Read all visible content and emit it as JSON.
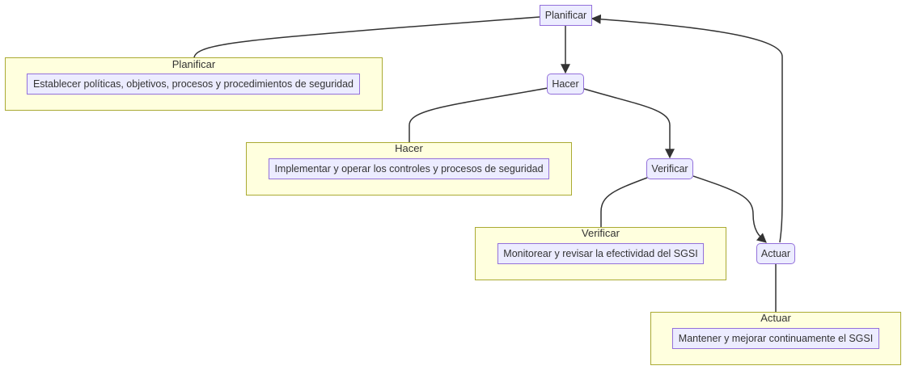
{
  "flow": {
    "nodes": {
      "planificar": "Planificar",
      "hacer": "Hacer",
      "verificar": "Verificar",
      "actuar": "Actuar"
    },
    "edges": [
      {
        "from": "planificar",
        "to": "hacer",
        "arrow": true
      },
      {
        "from": "hacer",
        "to": "verificar",
        "arrow": true
      },
      {
        "from": "verificar",
        "to": "actuar",
        "arrow": true
      },
      {
        "from": "actuar",
        "to": "planificar",
        "arrow": true
      },
      {
        "from": "planificar",
        "to": "planificar-detail",
        "arrow": false
      },
      {
        "from": "hacer",
        "to": "hacer-detail",
        "arrow": false
      },
      {
        "from": "verificar",
        "to": "verificar-detail",
        "arrow": false
      },
      {
        "from": "actuar",
        "to": "actuar-detail",
        "arrow": false
      }
    ]
  },
  "clusters": {
    "planificar": {
      "title": "Planificar",
      "detail": "Establecer políticas, objetivos, procesos y procedimientos de seguridad"
    },
    "hacer": {
      "title": "Hacer",
      "detail": "Implementar y operar los controles y procesos de seguridad"
    },
    "verificar": {
      "title": "Verificar",
      "detail": "Monitorear y revisar la efectividad del SGSI"
    },
    "actuar": {
      "title": "Actuar",
      "detail": "Mantener y mejorar continuamente el SGSI"
    }
  },
  "colors": {
    "node_fill": "#ececff",
    "node_stroke": "#9370db",
    "cluster_fill": "#ffffde",
    "cluster_stroke": "#aaaa33",
    "edge": "#333333",
    "text": "#333333"
  }
}
